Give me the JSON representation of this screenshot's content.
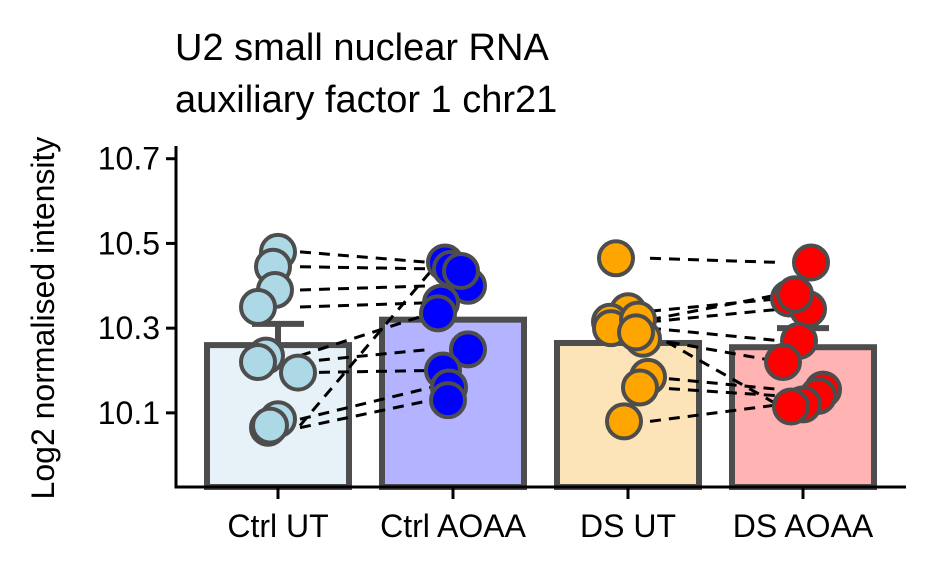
{
  "chart_data": {
    "type": "bar",
    "title_lines": [
      "U2 small nuclear RNA",
      "auxiliary factor 1 chr21"
    ],
    "xlabel": "",
    "ylabel": "Log2 normalised intensity",
    "ylim": [
      9.925,
      10.73
    ],
    "yticks": [
      "10.1",
      "10.3",
      "10.5",
      "10.7"
    ],
    "ytick_values": [
      10.1,
      10.3,
      10.5,
      10.7
    ],
    "legend": "none",
    "grid": false,
    "categories": [
      "Ctrl UT",
      "Ctrl AOAA",
      "DS UT",
      "DS AOAA"
    ],
    "colors": {
      "bar_fill": [
        "#e6f2f8",
        "#b3b3ff",
        "#fde4b8",
        "#ffb3b3"
      ],
      "point_fill": [
        "#add8e6",
        "#0000ff",
        "#ffa500",
        "#ff0000"
      ],
      "outline": "#4d4d4d",
      "pair_line": "#000000"
    },
    "values": [
      10.26,
      10.32,
      10.265,
      10.255
    ],
    "errors": [
      0.05,
      0.0,
      0.0,
      0.045
    ],
    "points": [
      [
        10.48,
        10.445,
        10.39,
        10.35,
        10.235,
        10.22,
        10.195,
        10.085,
        10.065,
        10.07
      ],
      [
        10.455,
        10.44,
        10.4,
        10.36,
        10.335,
        10.25,
        10.2,
        10.16,
        10.13,
        10.435
      ],
      [
        10.465,
        10.34,
        10.315,
        10.3,
        10.275,
        10.185,
        10.16,
        10.08,
        10.32,
        10.29
      ],
      [
        10.455,
        10.37,
        10.345,
        10.27,
        10.22,
        10.155,
        10.14,
        10.12,
        10.115,
        10.38
      ]
    ],
    "pairs": [
      [
        [
          10.48,
          10.455
        ],
        [
          10.445,
          10.44
        ],
        [
          10.39,
          10.4
        ],
        [
          10.35,
          10.36
        ],
        [
          10.235,
          10.335
        ],
        [
          10.22,
          10.25
        ],
        [
          10.195,
          10.2
        ],
        [
          10.085,
          10.16
        ],
        [
          10.065,
          10.13
        ],
        [
          10.07,
          10.435
        ]
      ],
      [
        [
          10.465,
          10.455
        ],
        [
          10.34,
          10.37
        ],
        [
          10.315,
          10.345
        ],
        [
          10.3,
          10.27
        ],
        [
          10.275,
          10.22
        ],
        [
          10.185,
          10.155
        ],
        [
          10.16,
          10.14
        ],
        [
          10.08,
          10.12
        ],
        [
          10.32,
          10.38
        ],
        [
          10.29,
          10.115
        ]
      ]
    ]
  }
}
